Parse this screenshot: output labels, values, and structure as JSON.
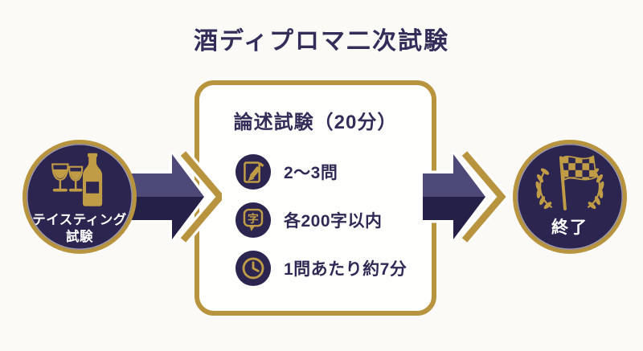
{
  "title": "酒ディプロマ二次試験",
  "colors": {
    "navy": "#2b2550",
    "gold": "#b8943f",
    "arrow_light": "#4d4979",
    "arrow_dark": "#252047",
    "title_text": "#332d5a",
    "background": "#fbfaf6",
    "box_background": "#fffffd",
    "circle_text": "#ffffff"
  },
  "start_node": {
    "icon": "wine-tasting-icon",
    "label_line1": "テイスティング",
    "label_line2": "試験"
  },
  "essay_box": {
    "title": "論述試験（20分）",
    "items": [
      {
        "icon": "pencil-note-icon",
        "label": "2〜3問"
      },
      {
        "icon": "character-count-bubble-icon",
        "icon_glyph": "字",
        "label": "各200字以内"
      },
      {
        "icon": "clock-icon",
        "label": "1問あたり約7分"
      }
    ]
  },
  "end_node": {
    "icon": "checkered-flag-laurel-icon",
    "label": "終了"
  }
}
